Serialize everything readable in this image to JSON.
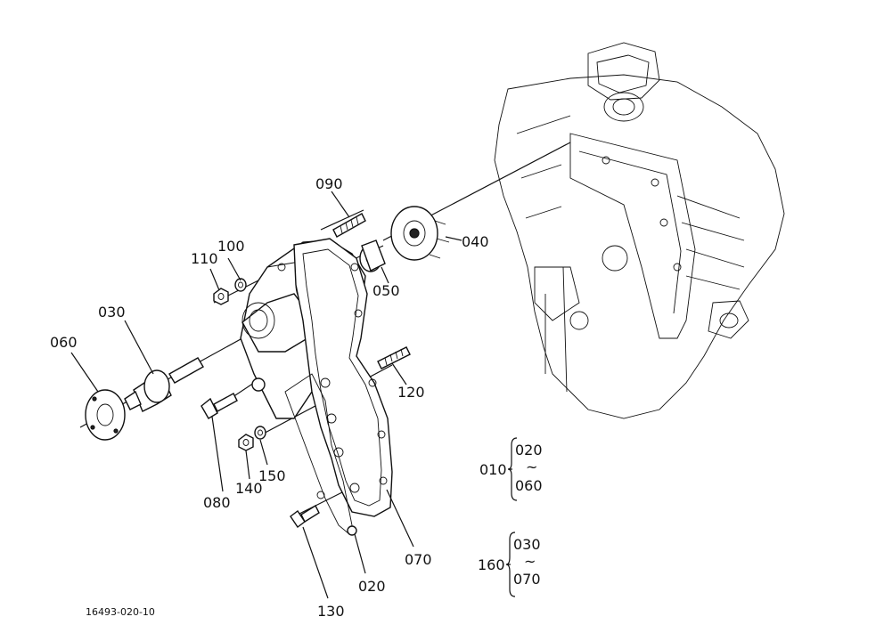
{
  "callouts": {
    "p010": "010",
    "p020": "020",
    "p030": "030",
    "p040": "040",
    "p050": "050",
    "p060": "060",
    "p070": "070",
    "p080": "080",
    "p090": "090",
    "p100": "100",
    "p110": "110",
    "p120": "120",
    "p130": "130",
    "p140": "140",
    "p150": "150",
    "p160": "160"
  },
  "groups": {
    "g010": {
      "label": "010",
      "from": "020",
      "tilde": "~",
      "to": "060"
    },
    "g160": {
      "label": "160",
      "from": "030",
      "tilde": "~",
      "to": "070"
    }
  },
  "reference_number": "16493-020-10"
}
